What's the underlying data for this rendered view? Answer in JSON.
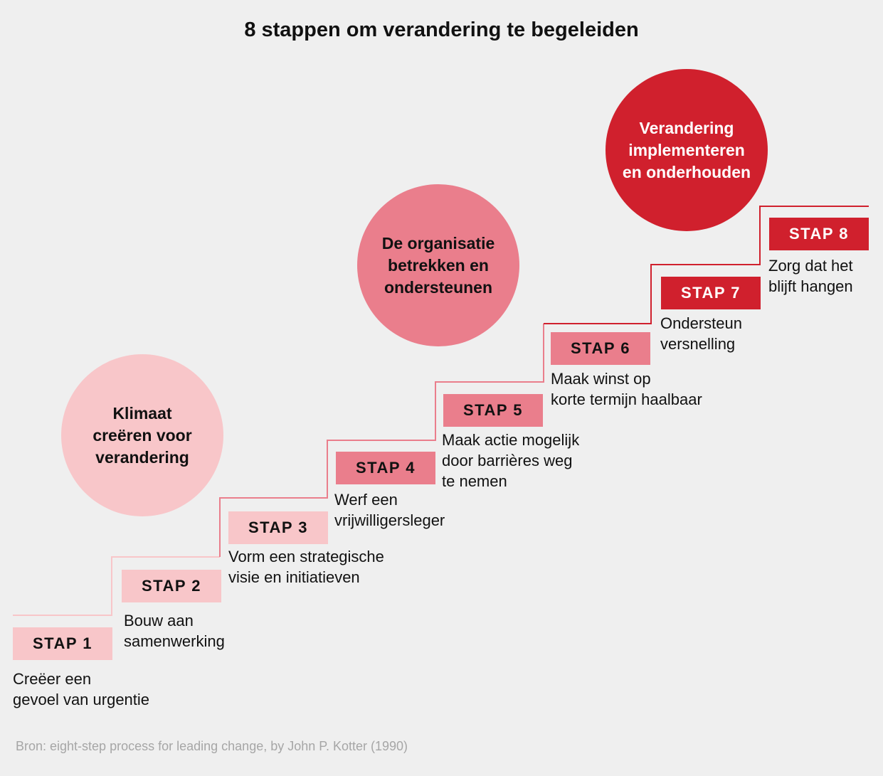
{
  "title": "8 stappen om verandering te begeleiden",
  "phases": [
    {
      "label": "Klimaat\ncreëren voor\nverandering",
      "color": "#f8c6c9"
    },
    {
      "label": "De organisatie\nbetrekken en\nondersteunen",
      "color": "#ea7e8c"
    },
    {
      "label": "Verandering\nimplementeren\nen onderhouden",
      "color": "#d0202d"
    }
  ],
  "steps": [
    {
      "label": "STAP 1",
      "text": "Creëer een\ngevoel van urgentie"
    },
    {
      "label": "STAP 2",
      "text": "Bouw aan\nsamenwerking"
    },
    {
      "label": "STAP 3",
      "text": "Vorm een strategische\nvisie en initiatieven"
    },
    {
      "label": "STAP 4",
      "text": "Werf een\nvrijwilligersleger"
    },
    {
      "label": "STAP 5",
      "text": "Maak actie mogelijk\ndoor barrières weg\nte nemen"
    },
    {
      "label": "STAP 6",
      "text": "Maak winst op\nkorte termijn haalbaar"
    },
    {
      "label": "STAP 7",
      "text": "Ondersteun\nversnelling"
    },
    {
      "label": "STAP 8",
      "text": "Zorg dat het\nblijft hangen"
    }
  ],
  "source": "Bron: eight-step process for leading change, by John P. Kotter (1990)"
}
